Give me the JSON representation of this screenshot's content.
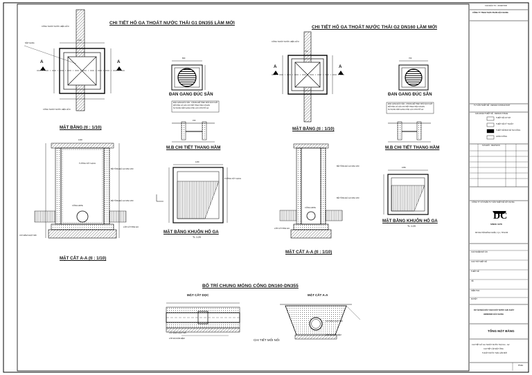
{
  "drawing": {
    "main_titles": {
      "g1": "CHI TIẾT HỐ GA THOÁT NƯỚC THẢI G1 DN355 LÀM MỚI",
      "g2": "CHI TIẾT HỐ GA THOÁT NƯỚC THẢI G2 DN160 LÀM MỚI",
      "foundation": "BỐ TRÍ CHUNG MÓNG CỐNG DN160-DN355"
    },
    "views": {
      "g1_plan": "MẶT BẰNG (tl : 1/10)",
      "g2_plan": "MẶT BẰNG (tl : 1/10)",
      "g1_section": "MẶT CẮT A-A (tl : 1/10)",
      "g2_section": "MẶT CẮT A-A (tl : 1/10)",
      "cover1": "ĐAN GANG ĐÚC SẴN",
      "cover2": "ĐAN GANG ĐÚC SẴN",
      "ladder1": "M.B CHI TIẾT THANG HẦM",
      "ladder2": "M.B CHI TIẾT THANG HẦM",
      "form1": "MẶT BẰNG KHUÔN HỐ GA",
      "form2": "MẶT BẰNG KHUÔN HỐ GA",
      "form_scale": "TL 1:20",
      "long_section": "MẶT CẮT DỌC",
      "cross_section": "MẶT CẮT A-A",
      "joint": "CHI TIẾT MỐI NỐI"
    },
    "labels": {
      "section_mark": "A",
      "pipe_label": "CỐNG THOÁT NƯỚC HIỆN HỮU",
      "cast_iron": "NẮP GANG",
      "brick_wall": "TƯỜNG XÂY GẠCH",
      "concrete": "BÊ TÔNG ĐÁ 1x2 MAC 200",
      "lining": "LỚP LÓT BTĐ 4x6",
      "pipe": "CỐNG HDPE",
      "sand": "CÁT ĐẦM CHẶT K95",
      "gravel": "LỚP ĐÁ DĂM ĐỆM",
      "note1": "ĐAN GANG ĐÚC SẴN - KHUNG ĐẾ THEO NHÀ SẢN XUẤT",
      "note2": "MỐI HÀN VÀ CÁC CHI TIẾT THEO TIÊU CHUẨN",
      "note3": "SỬ DỤNG NẮP GANG CHỊU LỰC CHO HỐ GA"
    },
    "dims": {
      "d1": "1200",
      "d2": "800",
      "d3": "700",
      "d4": "150",
      "d5": "1150",
      "d6": "1050"
    }
  },
  "title_block": {
    "header": "CHỦ ĐẦU TƯ - INVESTOR",
    "investor": "CÔNG TY TNHH THỰC PHẨM HẬU GIANG",
    "consultant": "TƯ VẤN THIẾT KẾ - DESIGN CONSULTANT",
    "legend_header": "GIAI ĐOẠN THIẾT KẾ - DESIGN STAGE",
    "stages": [
      "THIẾT KẾ CƠ SỞ",
      "THIẾT KẾ KỸ THUẬT",
      "THIẾT KẾ BẢN VẼ THI CÔNG",
      "HOÀN CÔNG"
    ],
    "revision_header": "SỬA ĐỔI - REVISION",
    "company": "CÔNG TY CỔ PHẦN TƯ VẤN THIẾT KẾ XÂY DỰNG",
    "since": "SINCE 1978",
    "address": "68 NGUYỄN ĐÌNH CHIỂU, Q.1, TP.HCM",
    "roles": [
      "CHỦ NHIỆM ĐỒ ÁN",
      "CHỦ TRÌ THIẾT KẾ",
      "THIẾT KẾ",
      "VẼ",
      "KIỂM TRA",
      "DUYỆT"
    ],
    "project": "DỰ ÁN NHÀ MÁY SẢN XUẤT NƯỚC GIẢI KHÁT",
    "project2": "HEINEKEN HẬU GIANG",
    "sheet_title": "TỔNG MẶT BẰNG",
    "drawing_name": "CHI TIẾT HỐ GA THOÁT NƯỚC THẢI G1 - G2",
    "drawing_name2": "CHI TIẾT LẮP ĐẶT ỐNG",
    "drawing_name3": "THOÁT NƯỚC THẢI LÀM MỚI",
    "sheet_no": "TT-01"
  }
}
